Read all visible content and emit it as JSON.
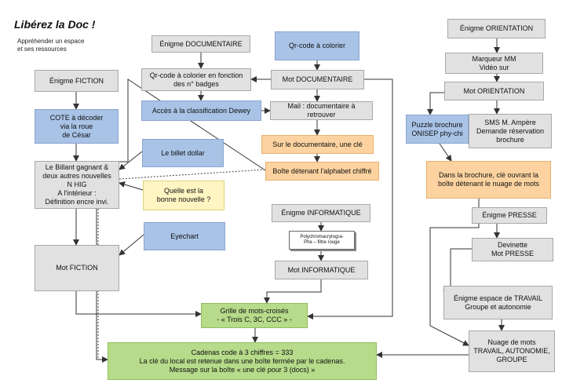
{
  "title": "Libérez la Doc !",
  "subtitle": "Appréhender un espace\net ses ressources",
  "nodes": {
    "enigme_fiction": "Énigme FICTION",
    "cote_decoder": "COTE à décoder\nvia la roue\nde César",
    "billant": "Le Billant gagnant &\ndeux autres nouvelles\nN HIG\nA l'intérieur :\nDéfinition encre invi.",
    "billet_dollar": "Le billet dollar",
    "bonne_nouvelle": "Quelle est la\nbonne nouvelle ?",
    "eyechart": "Eyechart",
    "mot_fiction": "Mot FICTION",
    "enigme_documentaire": "Énigme DOCUMENTAIRE",
    "qr_badges": "Qr-code à colorier en fonction\ndes n° badges",
    "acces_dewey": "Accès à la classification Dewey",
    "qr_colorier": "Qr-code à colorier",
    "mot_documentaire": "Mot DOCUMENTAIRE",
    "mail_documentaire": "Mail : documentaire à retrouver",
    "sur_documentaire": "Sur le documentaire, une clé",
    "boite_alphabet": "Boîte détenant l'alphabet chiffré",
    "enigme_informatique": "Énigme INFORMATIQUE",
    "polychro": "Polychromacrytogra-\nPhe – filtre rouge",
    "mot_informatique": "Mot INFORMATIQUE",
    "grille": "Grille de mots-croisés\n- « Trois C, 3C, CCC » -",
    "cadenas": "Cadenas code à 3 chiffres = 333\nLa clé du local est retenue dans une boîte fermée par le cadenas.\nMessage sur la boîte « une clé pour 3 (docs) »",
    "enigme_orientation": "Énigme ORIENTATION",
    "marqueur": "Marqueur MM\nVidéo sur",
    "mot_orientation": "Mot ORIENTATION",
    "puzzle": "Puzzle brochure\nONISEP phy-chi",
    "sms": "SMS M. Ampère\nDemande réservation\nbrochure",
    "brochure_cle": "Dans la brochure, clé ouvrant la\nboîte détenant le nuage de mots",
    "enigme_presse": "Énigme PRESSE",
    "devinette": "Devinette\nMot PRESSE",
    "enigme_travail": "Énigme espace de TRAVAIL\nGroupe et autonomie",
    "nuage": "Nuage de mots\nTRAVAIL, AUTONOMIE,\nGROUPE"
  },
  "colors": {
    "grey": "#e1e1e1",
    "blue": "#a9c3e6",
    "orange": "#fcd3a0",
    "green": "#b6db8a",
    "yellow": "#fff5c2",
    "line": "#333333"
  }
}
